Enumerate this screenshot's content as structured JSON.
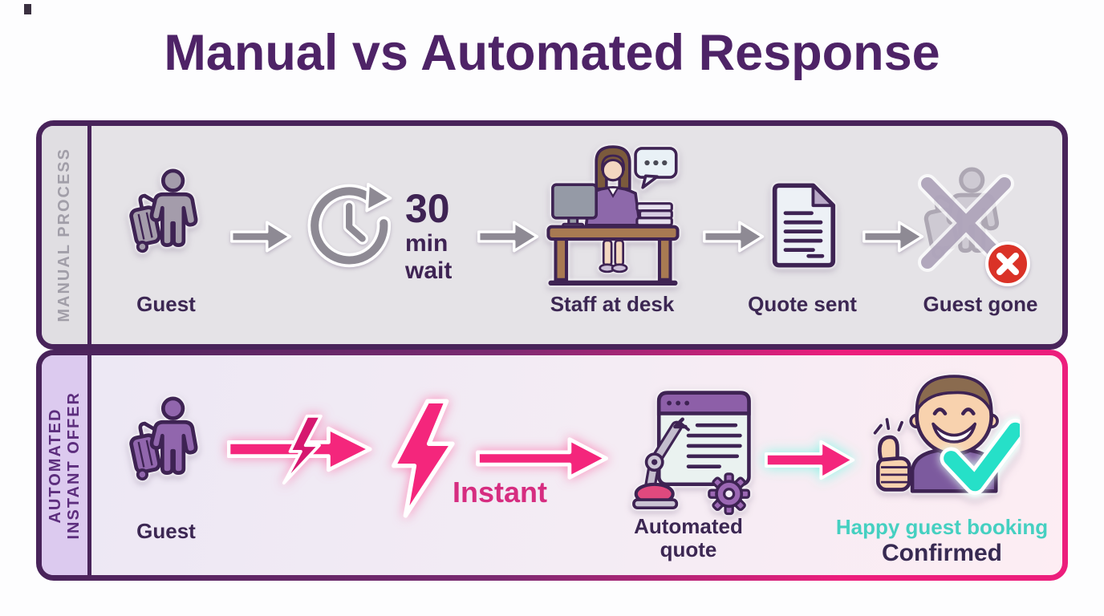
{
  "title": "Manual vs Automated Response",
  "manual": {
    "side_label": "MANUAL PROCESS",
    "guest_label": "Guest",
    "wait_value": "30",
    "wait_unit": "min",
    "wait_word": "wait",
    "staff_label": "Staff at desk",
    "quote_label": "Quote sent",
    "gone_label": "Guest gone"
  },
  "automated": {
    "side_label_line1": "AUTOMATED",
    "side_label_line2": "INSTANT OFFER",
    "guest_label": "Guest",
    "instant_label": "Instant",
    "quote_label_line1": "Automated",
    "quote_label_line2": "quote",
    "result_label_line1": "Happy guest booking",
    "result_label_line2": "Confirmed"
  },
  "icons": {
    "manual_row": [
      "guest-with-luggage",
      "arrow-right",
      "clock-wait",
      "arrow-right",
      "staff-at-desk",
      "arrow-right",
      "document-quote",
      "arrow-right",
      "guest-gone-crossed",
      "error-badge"
    ],
    "automated_row": [
      "guest-with-luggage",
      "lightning-arrow",
      "lightning-bolt",
      "arrow-right",
      "automated-quote-robot",
      "gear",
      "arrow-right-glow",
      "happy-guest-thumbs-up",
      "check-mark"
    ]
  },
  "colors": {
    "title_purple": "#4e2367",
    "outline_purple": "#3e2353",
    "panel_border_purple": "#48235a",
    "accent_pink": "#f4267c",
    "bolt_magenta": "#d6186f",
    "accent_teal": "#2be0c9",
    "teal_text": "#45d0c1",
    "alert_red": "#da3227",
    "arrow_gray": "#8e8a94",
    "manual_bg": "#e5e3e7",
    "auto_bg_left": "#ece7f4",
    "auto_bg_right": "#fdedf3"
  }
}
